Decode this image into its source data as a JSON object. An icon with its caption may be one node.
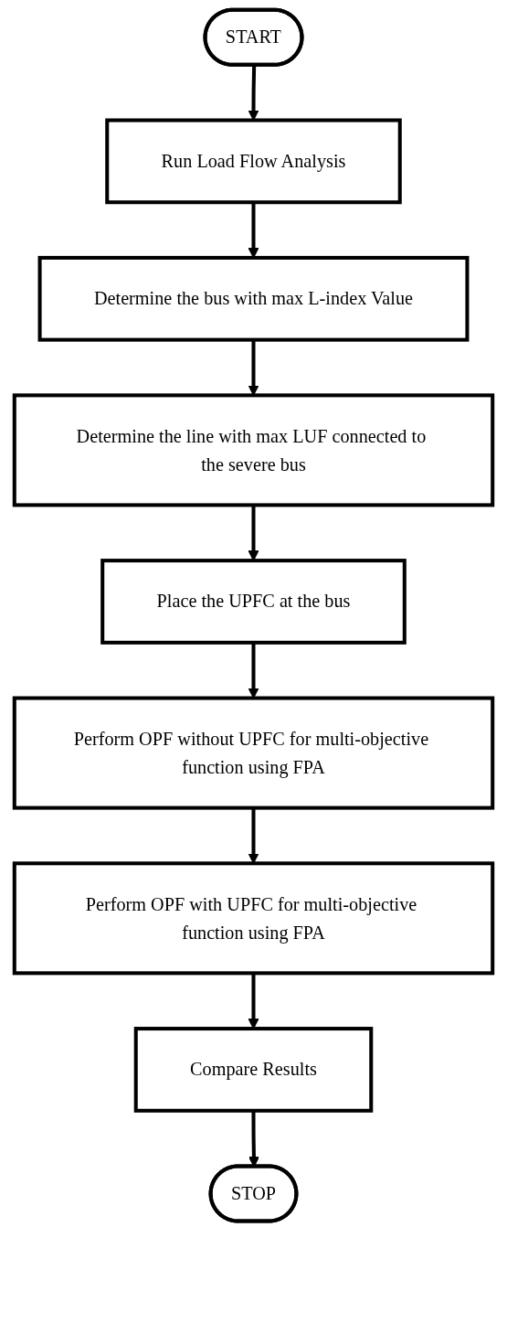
{
  "diagram": {
    "nodes": [
      {
        "text": [
          "START"
        ]
      },
      {
        "text": [
          "Run Load Flow Analysis"
        ]
      },
      {
        "text": [
          "Determine the bus with max L-index Value"
        ]
      },
      {
        "text": [
          "Determine the line with max LUF connected to the severe bus"
        ]
      },
      {
        "text": [
          "Place the UPFC at the bus"
        ]
      },
      {
        "text": [
          "Perform OPF without UPFC for multi-objective function using FPA"
        ]
      },
      {
        "text": [
          "Perform OPF with UPFC for multi-objective function using FPA"
        ]
      },
      {
        "text": [
          "Compare Results"
        ]
      },
      {
        "text": [
          "STOP"
        ]
      }
    ],
    "edges": [
      {
        "from": 0,
        "to": 1,
        "arrow": "to"
      },
      {
        "from": 1,
        "to": 2,
        "arrow": "to"
      },
      {
        "from": 2,
        "to": 3,
        "arrow": "to"
      },
      {
        "from": 3,
        "to": 4,
        "arrow": "to"
      },
      {
        "from": 4,
        "to": 5,
        "arrow": "to"
      },
      {
        "from": 5,
        "to": 6,
        "arrow": "to"
      },
      {
        "from": 6,
        "to": 7,
        "arrow": "to"
      },
      {
        "from": 7,
        "to": 8,
        "arrow": "to"
      }
    ]
  }
}
